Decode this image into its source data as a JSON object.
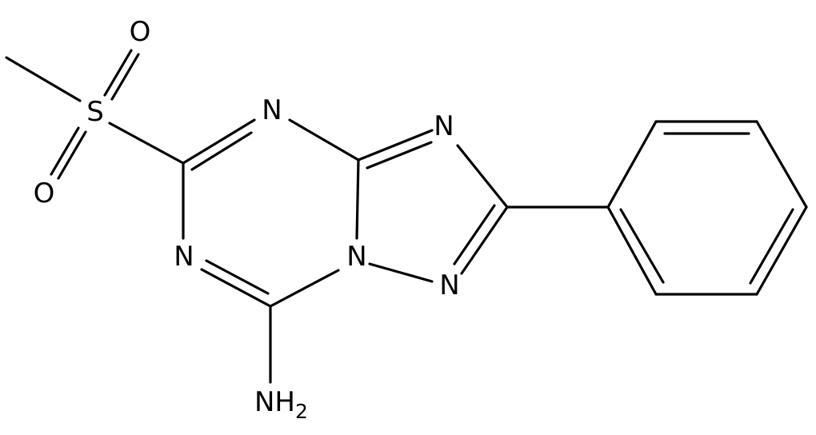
{
  "molecule": {
    "atoms": {
      "o_top": "O",
      "o_bottom": "O",
      "s": "S",
      "n_triazine_top": "N",
      "n_triazine_bottom": "N",
      "n_bridge": "N",
      "n_triazole_top": "N",
      "n_triazole_bottom": "N",
      "amine": {
        "main": "NH",
        "sub": "2"
      }
    }
  }
}
